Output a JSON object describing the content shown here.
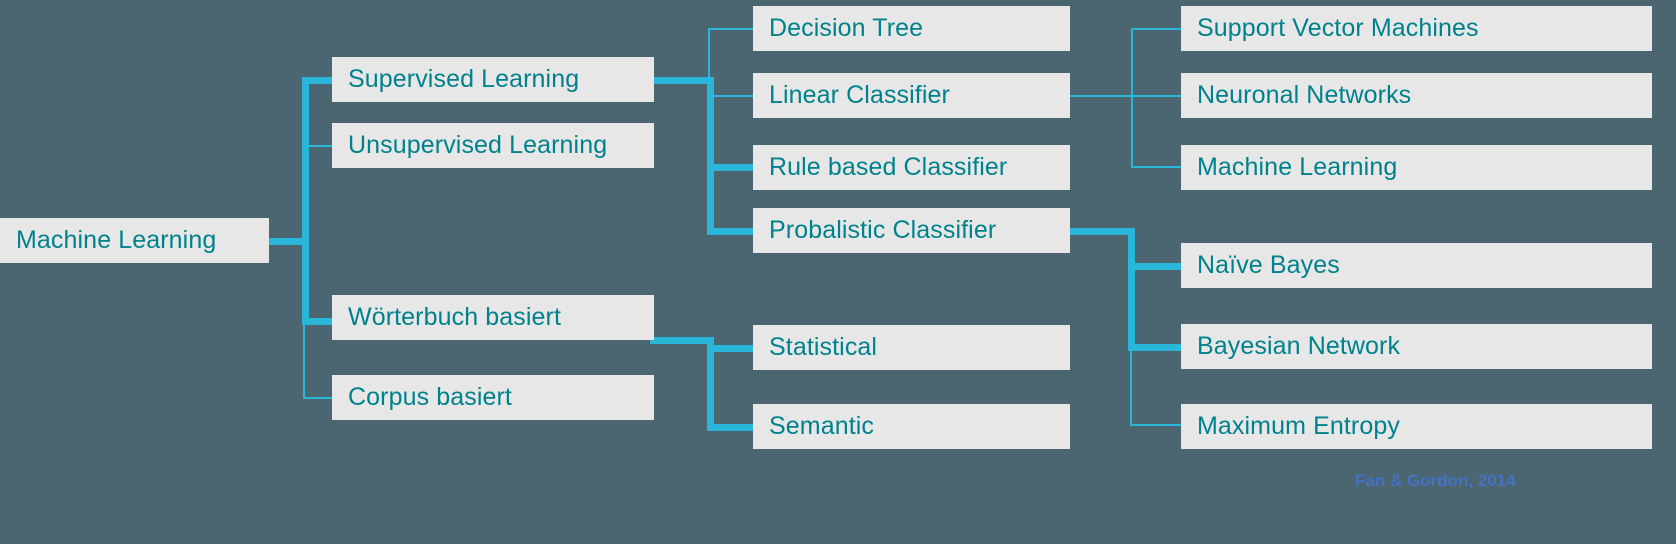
{
  "diagram": {
    "title_root": "Machine Learning",
    "background_color": "#4b6670",
    "node_bg_color": "#e7e7e7",
    "node_text_color": "#00828c",
    "connector_color": "#29b6d8",
    "credit_color": "#4472c4",
    "credit": "Fan & Gordon, 2014",
    "nodes": {
      "root": "Machine Learning",
      "supervised_learning": "Supervised Learning",
      "unsupervised_learning": "Unsupervised Learning",
      "woerterbuch_basiert": "Wörterbuch basiert",
      "corpus_basiert": "Corpus basiert",
      "decision_tree": "Decision Tree",
      "linear_classifier": "Linear Classifier",
      "rule_based_classifier": "Rule based Classifier",
      "probalistic_classifier": "Probalistic Classifier",
      "statistical": "Statistical",
      "semantic": "Semantic",
      "support_vector_machines": "Support Vector Machines",
      "neuronal_networks": "Neuronal Networks",
      "machine_learning_leaf": "Machine Learning",
      "naive_bayes": "Naïve Bayes",
      "bayesian_network": "Bayesian Network",
      "maximum_entropy": "Maximum Entropy"
    }
  }
}
